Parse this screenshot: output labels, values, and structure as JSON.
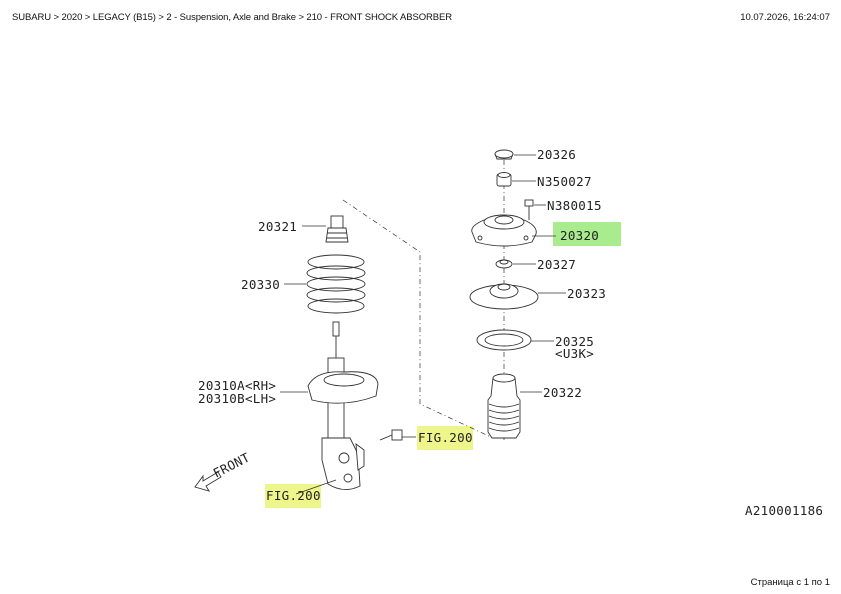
{
  "header": {
    "breadcrumb": "SUBARU > 2020 > LEGACY (B15) > 2 - Suspension, Axle and Brake > 210 - FRONT SHOCK ABSORBER",
    "datetime": "10.07.2026, 16:24:07"
  },
  "footer": {
    "page_label": "Страница с 1 по 1"
  },
  "diagram": {
    "code": "A210001186",
    "front_label": "FRONT",
    "highlight_color": "#eef58a",
    "selected_color": "#a8ec8e",
    "parts": {
      "p20326": "20326",
      "n350027": "N350027",
      "n380015": "N380015",
      "p20320": "20320",
      "p20327": "20327",
      "p20323": "20323",
      "p20325": "20325",
      "p20325_note": "<U3K>",
      "p20322": "20322",
      "p20321": "20321",
      "p20330": "20330",
      "p20310a": "20310A<RH>",
      "p20310b": "20310B<LH>"
    },
    "fig_refs": {
      "fig_upper": "FIG.200",
      "fig_lower": "FIG.200"
    }
  }
}
